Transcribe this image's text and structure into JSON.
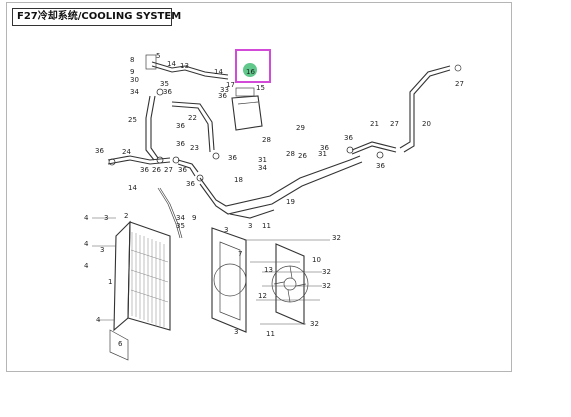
{
  "title": "F27冷却系统/COOLING SYSTEM",
  "highlight": {
    "label": "16",
    "border_color": "#d24ad8",
    "marker_color": "#5fc88a"
  },
  "callouts": [
    "1",
    "2",
    "3",
    "4",
    "5",
    "6",
    "7",
    "8",
    "9",
    "10",
    "11",
    "12",
    "13",
    "14",
    "15",
    "16",
    "17",
    "18",
    "19",
    "20",
    "21",
    "22",
    "23",
    "24",
    "25",
    "26",
    "27",
    "28",
    "29",
    "30",
    "31",
    "32",
    "33",
    "34",
    "35",
    "36"
  ]
}
